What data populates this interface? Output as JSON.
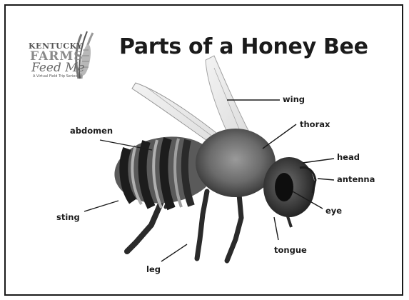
{
  "logo": {
    "line1": "KENTUCKY",
    "line2": "FARMS",
    "line3": "Feed Me",
    "tagline": "A Virtual Field Trip Series"
  },
  "title": "Parts of a Honey Bee",
  "labels": {
    "wing": "wing",
    "thorax": "thorax",
    "abdomen": "abdomen",
    "head": "head",
    "antenna": "antenna",
    "eye": "eye",
    "sting": "sting",
    "tongue": "tongue",
    "leg": "leg"
  },
  "colors": {
    "frame": "#1a1a1a",
    "text": "#1b1b1b",
    "background": "#ffffff"
  }
}
